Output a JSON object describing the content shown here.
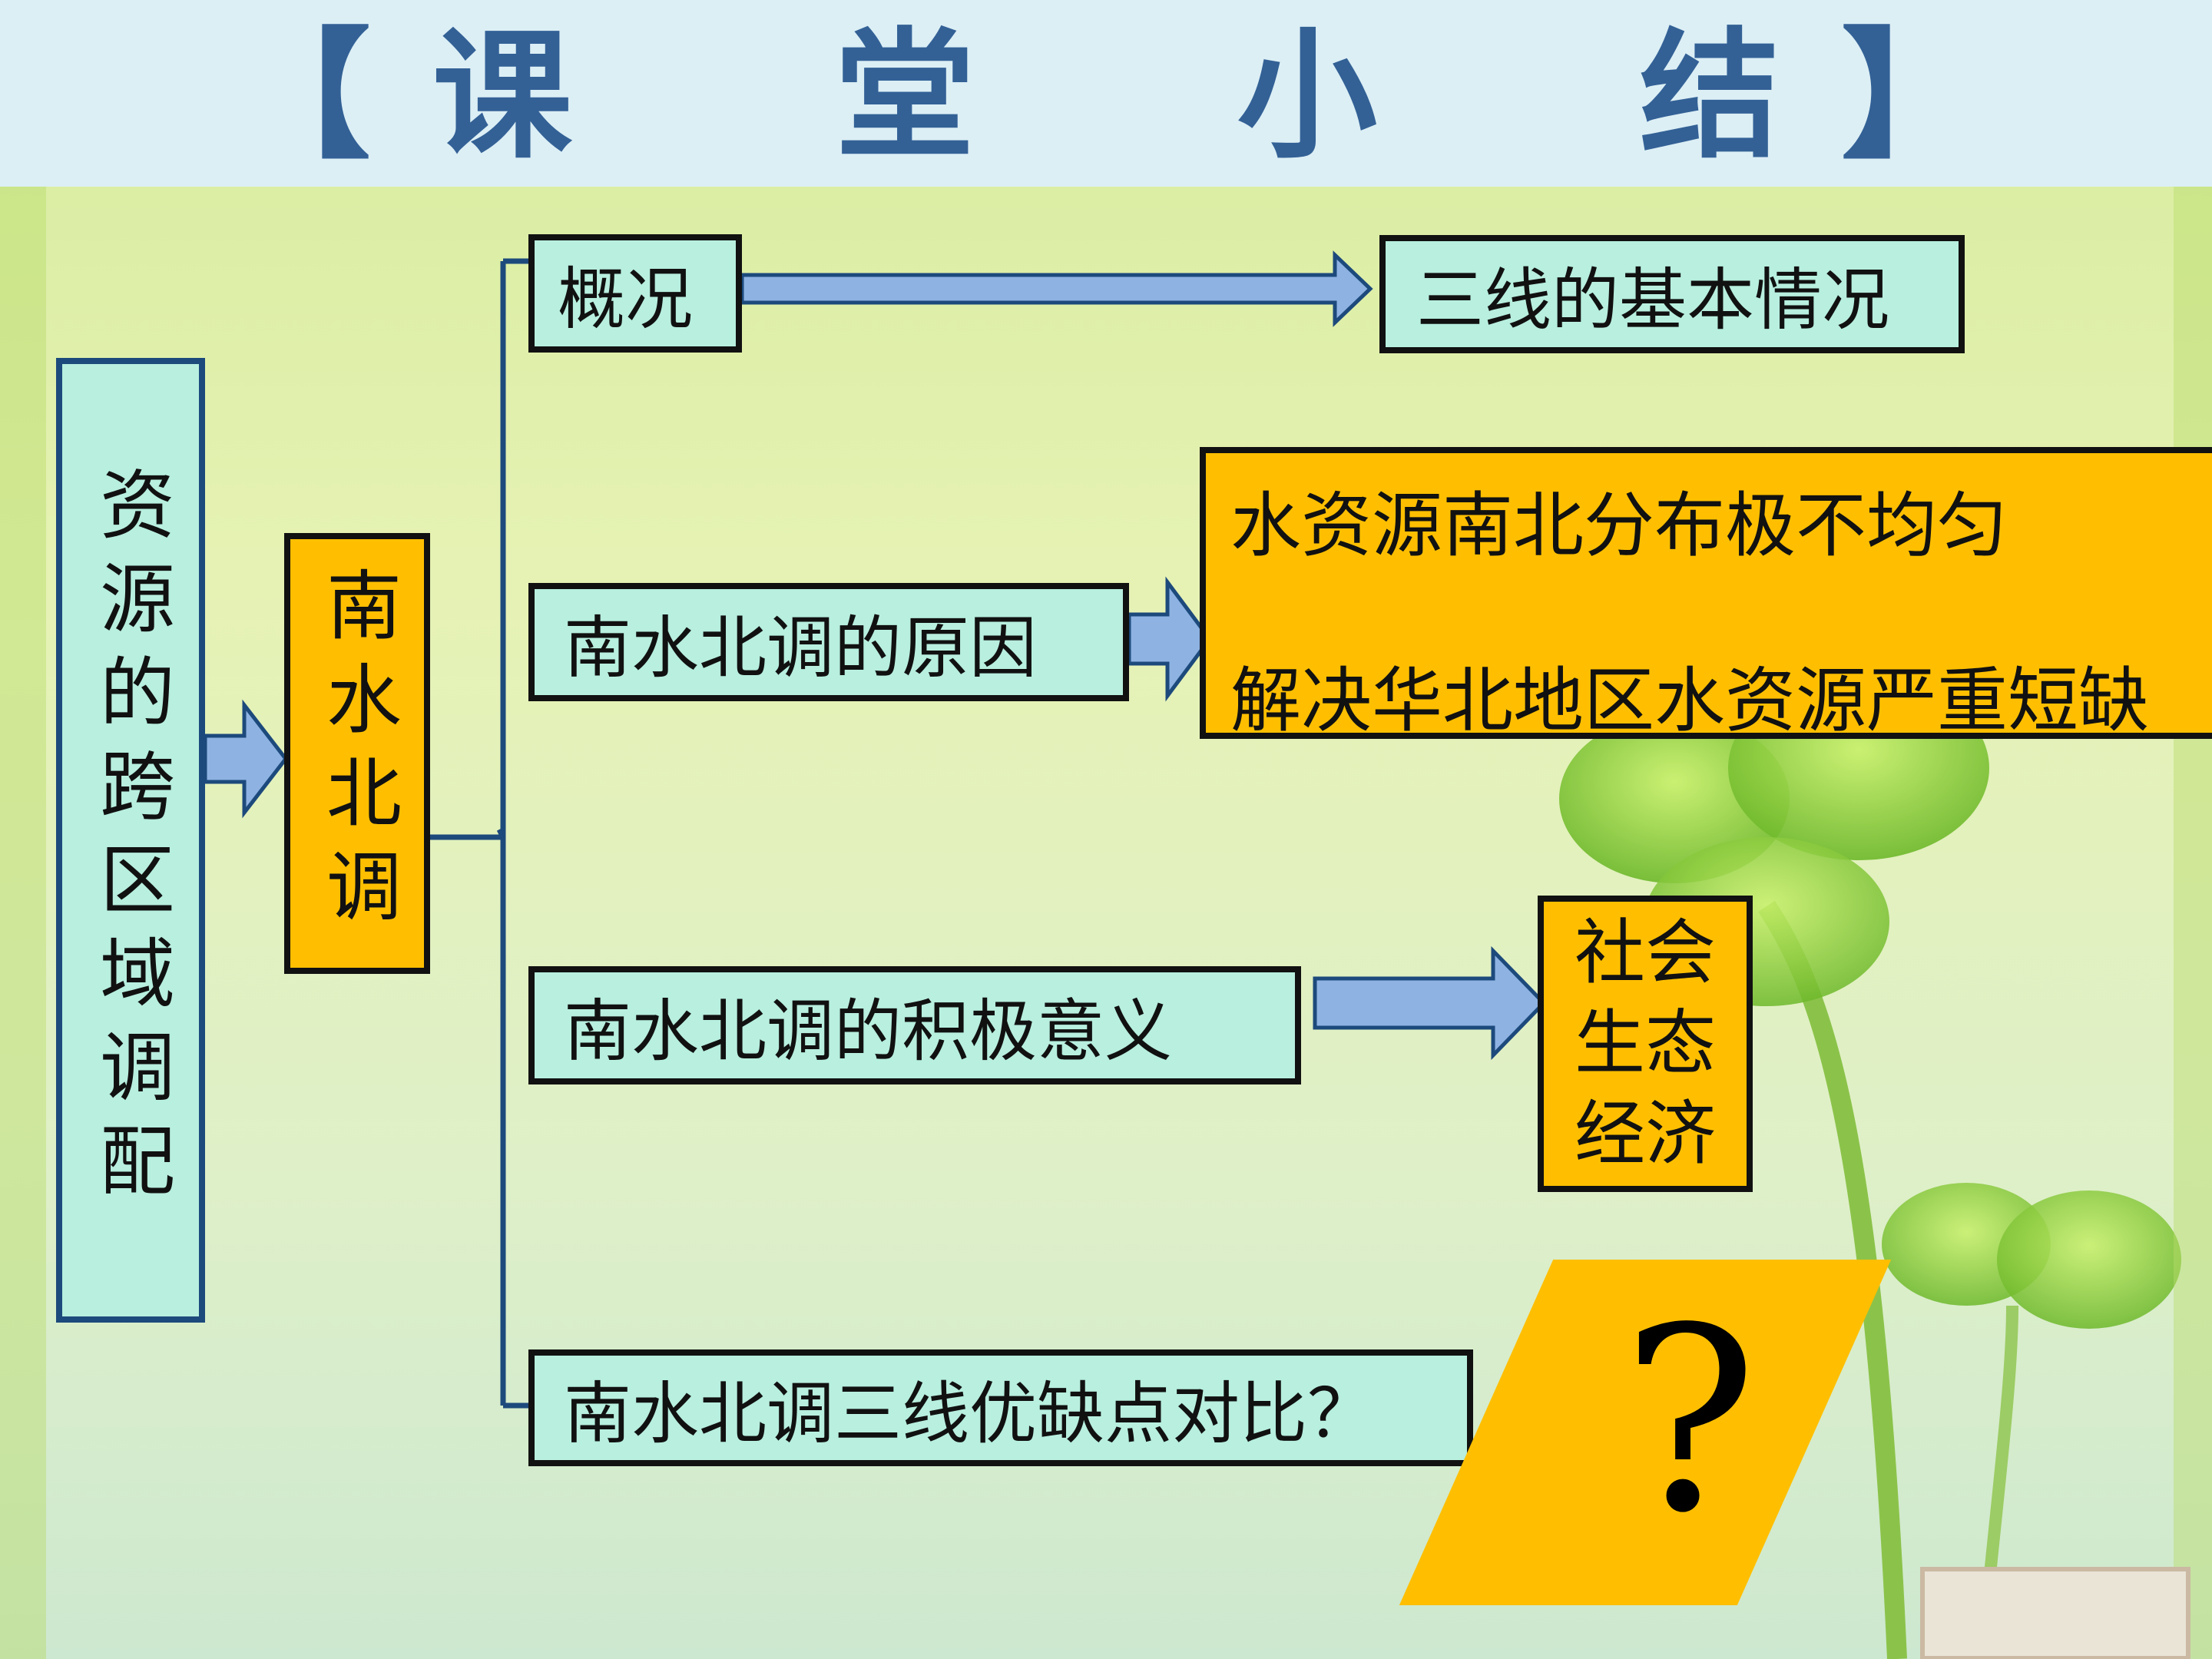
{
  "title": "【课　堂　小　结】",
  "nodes": {
    "main": "资源的跨区域调配",
    "nsbd": "南水北调",
    "overview": "概况",
    "three_lines": "三线的基本情况",
    "reason": "南水北调的原因",
    "reason_detail": [
      "水资源南北分布极不均匀",
      "解决华北地区水资源严重短缺"
    ],
    "significance": "南水北调的积极意义",
    "benefits": [
      "社会",
      "生态",
      "经济"
    ],
    "compare": "南水北调三线优缺点对比？",
    "question": "?"
  },
  "colors": {
    "title": "#336196",
    "cyan_box": "#b8efdf",
    "orange_box": "#ffbf00",
    "arrow": "#8eb3e3",
    "connector": "#1d4a7c"
  }
}
